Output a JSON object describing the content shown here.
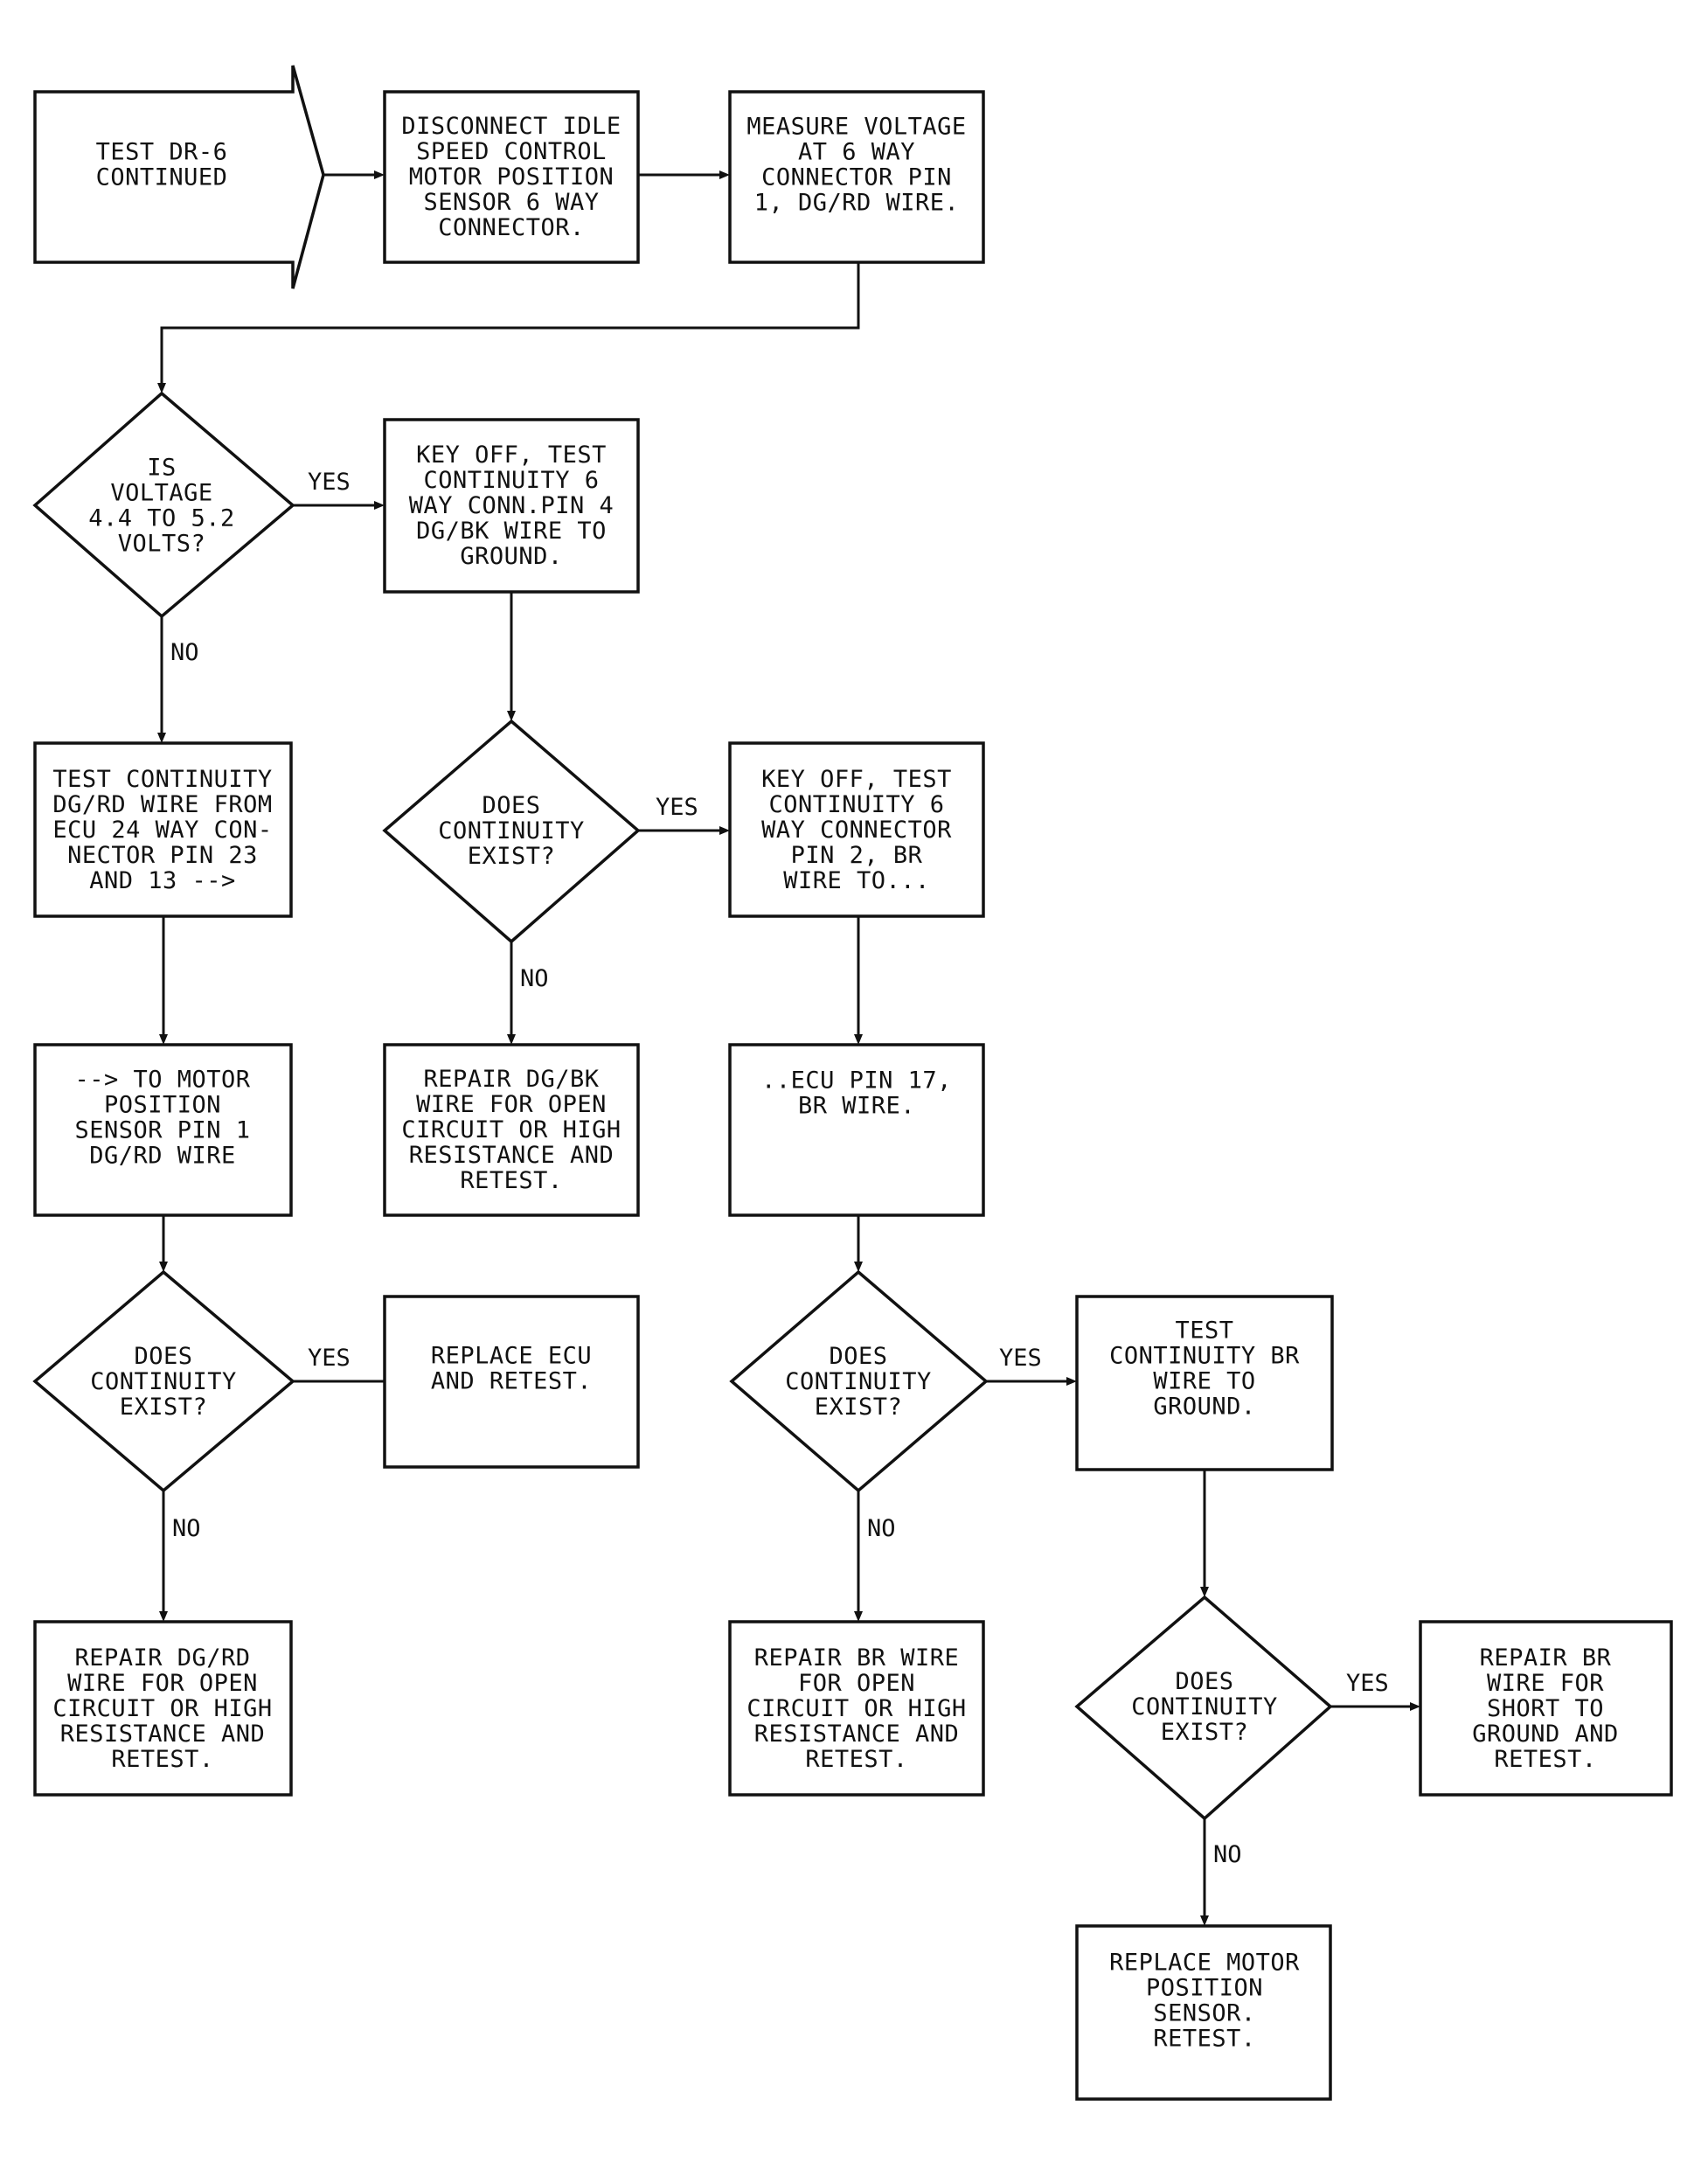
{
  "nodes": {
    "start": {
      "lines": [
        "TEST DR-6",
        "CONTINUED"
      ]
    },
    "disc": {
      "lines": [
        "DISCONNECT IDLE",
        "SPEED CONTROL",
        "MOTOR POSITION",
        "SENSOR 6 WAY",
        "CONNECTOR."
      ]
    },
    "meas": {
      "lines": [
        "MEASURE VOLTAGE",
        "AT 6 WAY",
        "CONNECTOR PIN",
        "1, DG/RD WIRE."
      ]
    },
    "q_volt": {
      "lines": [
        "IS",
        "VOLTAGE",
        "4.4 TO 5.2",
        "VOLTS?"
      ]
    },
    "key1": {
      "lines": [
        "KEY OFF, TEST",
        "CONTINUITY 6",
        "WAY CONN.PIN 4",
        "DG/BK WIRE TO",
        "GROUND."
      ]
    },
    "tc1": {
      "lines": [
        "TEST CONTINUITY",
        "DG/RD WIRE FROM",
        "ECU 24 WAY CON-",
        "NECTOR PIN 23",
        "AND 13 -->"
      ]
    },
    "q_ce1": {
      "lines": [
        "DOES",
        "CONTINUITY",
        "EXIST?"
      ]
    },
    "key2": {
      "lines": [
        "KEY OFF, TEST",
        "CONTINUITY 6",
        "WAY CONNECTOR",
        "PIN 2, BR",
        "WIRE TO..."
      ]
    },
    "tmp": {
      "lines": [
        "--> TO MOTOR",
        "POSITION",
        "SENSOR PIN 1",
        "DG/RD WIRE"
      ]
    },
    "rep_dgbk": {
      "lines": [
        "REPAIR DG/BK",
        "WIRE FOR OPEN",
        "CIRCUIT OR HIGH",
        "RESISTANCE AND",
        "RETEST."
      ]
    },
    "ecu17": {
      "lines": [
        "..ECU PIN 17,",
        "BR WIRE."
      ]
    },
    "q_ce2": {
      "lines": [
        "DOES",
        "CONTINUITY",
        "EXIST?"
      ]
    },
    "rep_ecu": {
      "lines": [
        "REPLACE ECU",
        "AND RETEST."
      ]
    },
    "q_ce3": {
      "lines": [
        "DOES",
        "CONTINUITY",
        "EXIST?"
      ]
    },
    "tc_br": {
      "lines": [
        "TEST",
        "CONTINUITY BR",
        "WIRE TO",
        "GROUND."
      ]
    },
    "rep_dgrd": {
      "lines": [
        "REPAIR DG/RD",
        "WIRE FOR OPEN",
        "CIRCUIT OR HIGH",
        "RESISTANCE AND",
        "RETEST."
      ]
    },
    "rep_br": {
      "lines": [
        "REPAIR BR WIRE",
        "FOR OPEN",
        "CIRCUIT OR HIGH",
        "RESISTANCE AND",
        "RETEST."
      ]
    },
    "q_ce4": {
      "lines": [
        "DOES",
        "CONTINUITY",
        "EXIST?"
      ]
    },
    "rep_brs": {
      "lines": [
        "REPAIR BR",
        "WIRE FOR",
        "SHORT TO",
        "GROUND AND",
        "RETEST."
      ]
    },
    "rep_mps": {
      "lines": [
        "REPLACE MOTOR",
        "POSITION",
        "SENSOR.",
        "RETEST."
      ]
    }
  },
  "edges": [
    {
      "from": "start",
      "to": "disc",
      "label": ""
    },
    {
      "from": "disc",
      "to": "meas",
      "label": ""
    },
    {
      "from": "meas",
      "to": "q_volt",
      "label": ""
    },
    {
      "from": "q_volt",
      "to": "key1",
      "label": "YES"
    },
    {
      "from": "q_volt",
      "to": "tc1",
      "label": "NO"
    },
    {
      "from": "key1",
      "to": "q_ce1",
      "label": ""
    },
    {
      "from": "q_ce1",
      "to": "key2",
      "label": "YES"
    },
    {
      "from": "q_ce1",
      "to": "rep_dgbk",
      "label": "NO"
    },
    {
      "from": "tc1",
      "to": "tmp",
      "label": ""
    },
    {
      "from": "tmp",
      "to": "q_ce2",
      "label": ""
    },
    {
      "from": "q_ce2",
      "to": "rep_ecu",
      "label": "YES"
    },
    {
      "from": "q_ce2",
      "to": "rep_dgrd",
      "label": "NO"
    },
    {
      "from": "key2",
      "to": "ecu17",
      "label": ""
    },
    {
      "from": "ecu17",
      "to": "q_ce3",
      "label": ""
    },
    {
      "from": "q_ce3",
      "to": "tc_br",
      "label": "YES"
    },
    {
      "from": "q_ce3",
      "to": "rep_br",
      "label": "NO"
    },
    {
      "from": "tc_br",
      "to": "q_ce4",
      "label": ""
    },
    {
      "from": "q_ce4",
      "to": "rep_brs",
      "label": "YES"
    },
    {
      "from": "q_ce4",
      "to": "rep_mps",
      "label": "NO"
    }
  ]
}
